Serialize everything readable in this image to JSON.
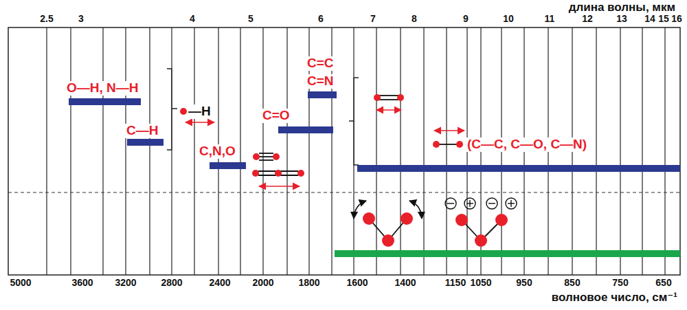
{
  "diagram": {
    "labels": [
      "длина волны, мкм",
      "2.5",
      "3",
      "4",
      "5",
      "6",
      "7",
      "8",
      "9",
      "10",
      "11",
      "12",
      "13",
      "14",
      "15",
      "16",
      "O—H, N—H",
      "C—H",
      "—H",
      "C,N,O",
      "C=O",
      "C=C",
      "C=N",
      "(C—C, C—O, C—N)",
      "5000",
      "3600",
      "3200",
      "2800",
      "2400",
      "2000",
      "1800",
      "1600",
      "1400",
      "1150",
      "1050",
      "950",
      "850",
      "750",
      "650",
      "волновое число, см⁻¹"
    ]
  }
}
